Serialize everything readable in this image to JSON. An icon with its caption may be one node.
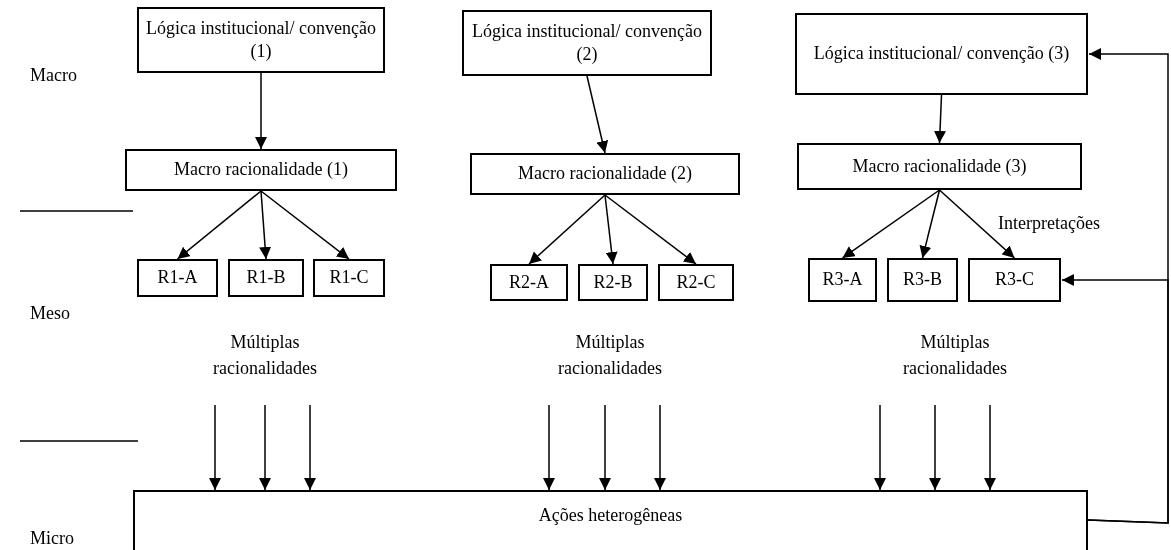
{
  "diagram": {
    "nodes": [
      {
        "text": [
          "Lógica institucional/ convenção (1)"
        ]
      },
      {
        "text": [
          "Macro racionalidade (1)"
        ]
      },
      {
        "text": [
          "R1-A"
        ]
      },
      {
        "text": [
          "R1-B"
        ]
      },
      {
        "text": [
          "R1-C"
        ]
      },
      {
        "text": [
          "Múltiplas racionalidades"
        ]
      },
      {
        "text": [
          "Lógica institucional/ convenção (2)"
        ]
      },
      {
        "text": [
          "Macro racionalidade (2)"
        ]
      },
      {
        "text": [
          "R2-A"
        ]
      },
      {
        "text": [
          "R2-B"
        ]
      },
      {
        "text": [
          "R2-C"
        ]
      },
      {
        "text": [
          "Múltiplas racionalidades"
        ]
      },
      {
        "text": [
          "Lógica institucional/ convenção (3)"
        ]
      },
      {
        "text": [
          "Macro racionalidade (3)"
        ]
      },
      {
        "text": [
          "R3-A"
        ]
      },
      {
        "text": [
          "R3-B"
        ]
      },
      {
        "text": [
          "R3-C"
        ]
      },
      {
        "text": [
          "Múltiplas racionalidades"
        ]
      },
      {
        "text": [
          "Ações heterogêneas"
        ]
      }
    ],
    "edges": [
      {
        "from": 0,
        "to": 1,
        "arrow": "to"
      },
      {
        "from": 1,
        "to": 2,
        "arrow": "to"
      },
      {
        "from": 1,
        "to": 3,
        "arrow": "to"
      },
      {
        "from": 1,
        "to": 4,
        "arrow": "to"
      },
      {
        "from": 5,
        "to": 18,
        "arrow": "to"
      },
      {
        "from": 5,
        "to": 18,
        "arrow": "to"
      },
      {
        "from": 5,
        "to": 18,
        "arrow": "to"
      },
      {
        "from": 6,
        "to": 7,
        "arrow": "to"
      },
      {
        "from": 7,
        "to": 8,
        "arrow": "to"
      },
      {
        "from": 7,
        "to": 9,
        "arrow": "to"
      },
      {
        "from": 7,
        "to": 10,
        "arrow": "to"
      },
      {
        "from": 11,
        "to": 18,
        "arrow": "to"
      },
      {
        "from": 11,
        "to": 18,
        "arrow": "to"
      },
      {
        "from": 11,
        "to": 18,
        "arrow": "to"
      },
      {
        "from": 12,
        "to": 13,
        "arrow": "to"
      },
      {
        "from": 13,
        "to": 14,
        "arrow": "to"
      },
      {
        "from": 13,
        "to": 15,
        "arrow": "to"
      },
      {
        "from": 13,
        "to": 16,
        "arrow": "to"
      },
      {
        "from": 17,
        "to": 18,
        "arrow": "to"
      },
      {
        "from": 17,
        "to": 18,
        "arrow": "to"
      },
      {
        "from": 17,
        "to": 18,
        "arrow": "to"
      },
      {
        "from": 18,
        "to": 12,
        "arrow": "to"
      },
      {
        "from": 18,
        "to": 16,
        "arrow": "to"
      }
    ],
    "labels": [
      "Macro",
      "Interpretações",
      "Meso",
      "Micro"
    ]
  }
}
